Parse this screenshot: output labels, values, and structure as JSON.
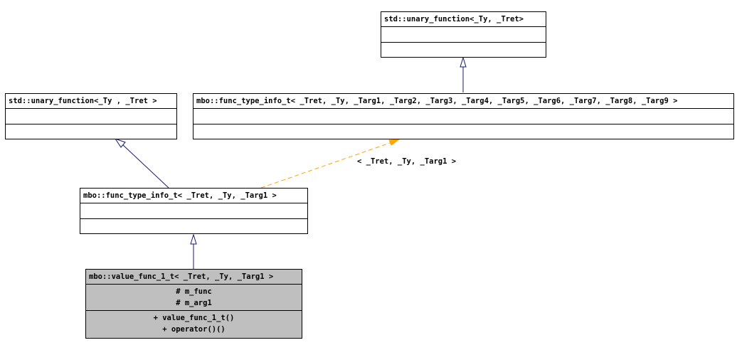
{
  "nodes": {
    "std_unary_top": {
      "title": "std::unary_function<_Ty, _Tret>"
    },
    "std_unary_left": {
      "title": "std::unary_function<_Ty , _Tret >"
    },
    "func_type_info_full": {
      "title": "mbo::func_type_info_t< _Tret, _Ty, _Targ1, _Targ2, _Targ3, _Targ4, _Targ5, _Targ6, _Targ7, _Targ8, _Targ9 >"
    },
    "func_type_info_1": {
      "title": "mbo::func_type_info_t< _Tret, _Ty, _Targ1 >"
    },
    "value_func_1": {
      "title": "mbo::value_func_1_t< _Tret, _Ty, _Targ1 >",
      "attributes": [
        "# m_func",
        "# m_arg1"
      ],
      "methods": [
        "+ value_func_1_t()",
        "+ operator()()"
      ]
    }
  },
  "edge_labels": {
    "template_binding": "< _Tret, _Ty, _Targ1 >"
  },
  "colors": {
    "inheritance_edge": "#191970",
    "template_edge": "#ffa500",
    "current_node_fill": "#bfbfbf",
    "border": "#000000"
  }
}
